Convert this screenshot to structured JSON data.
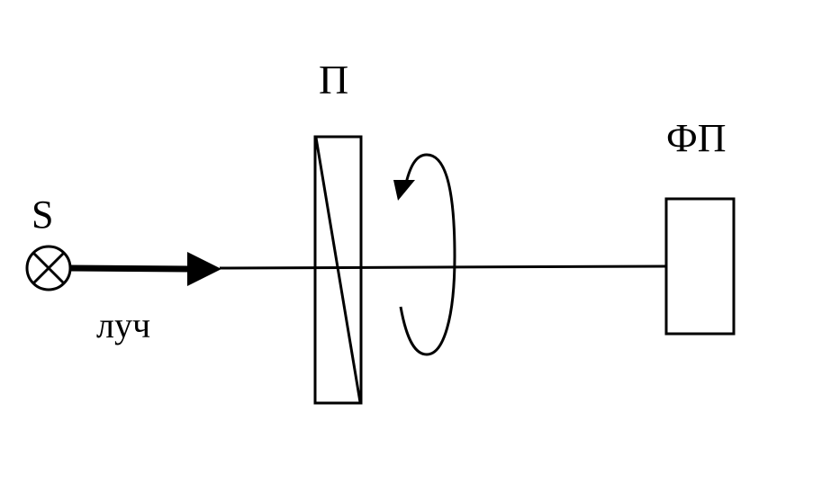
{
  "diagram": {
    "labels": {
      "source": "S",
      "polarizer": "П",
      "photodetector": "ФП",
      "ray": "луч"
    },
    "colors": {
      "stroke": "#000000",
      "background": "#ffffff"
    }
  }
}
